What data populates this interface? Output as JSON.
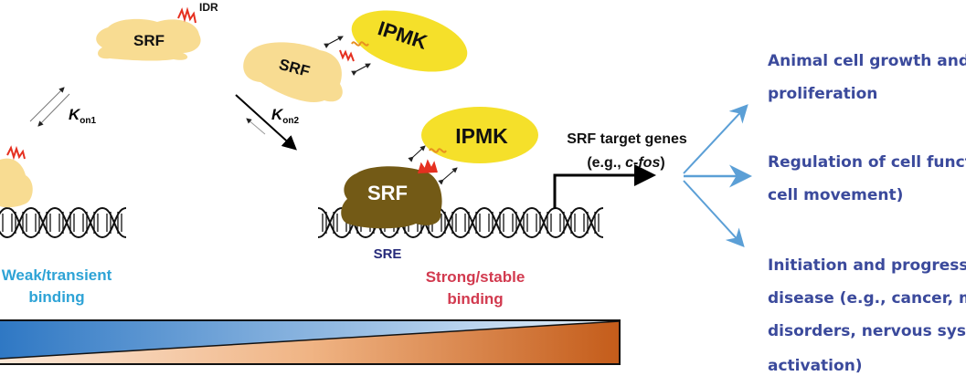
{
  "labels": {
    "srf": "SRF",
    "idr": "IDR",
    "ipmk": "IPMK",
    "k": "K",
    "kon1_sub": "on1",
    "kon2_sub": "on2",
    "sre": "SRE",
    "target_genes_line1": "SRF target genes",
    "target_genes_line2_prefix": "(e.g., ",
    "target_genes_line2_italic": "c-fos",
    "target_genes_line2_suffix": ")",
    "weak_line1": "Weak/transient",
    "weak_line2": "binding",
    "strong_line1": "Strong/stable",
    "strong_line2": "binding"
  },
  "outcomes": [
    {
      "lines": [
        "Animal cell growth and",
        "proliferation"
      ]
    },
    {
      "lines": [
        "Regulation of cell functions (e.g.,",
        "cell movement)"
      ]
    },
    {
      "lines": [
        "Initiation and progression of",
        "disease (e.g., cancer, muscle",
        "disorders, nervous system",
        "activation)"
      ]
    }
  ],
  "colors": {
    "srf_light": "#f8dc92",
    "srf_dark": "#735a16",
    "ipmk": "#f5e02a",
    "weak": "#2ea3d6",
    "strong": "#d23a4f",
    "sre": "#262a7a",
    "outcome_text": "#3b4a9c",
    "branch_arrow": "#5b9fd6"
  }
}
